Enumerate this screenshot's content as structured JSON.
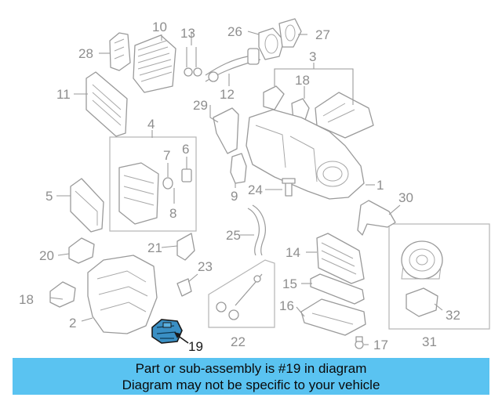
{
  "diagram": {
    "highlighted_part": "19",
    "highlight_color": "#3a8fc4",
    "banner_color": "#5ac3f1",
    "callouts": [
      "2",
      "3",
      "4",
      "5",
      "6",
      "7",
      "8",
      "9",
      "10",
      "11",
      "12",
      "13",
      "14",
      "15",
      "16",
      "17",
      "18",
      "18",
      "19",
      "20",
      "21",
      "22",
      "23",
      "24",
      "25",
      "26",
      "27",
      "28",
      "29",
      "30",
      "31",
      "32",
      "1"
    ]
  },
  "banner": {
    "line1": "Part or sub-assembly is #19 in diagram",
    "line2": "Diagram may not be specific to your vehicle"
  }
}
